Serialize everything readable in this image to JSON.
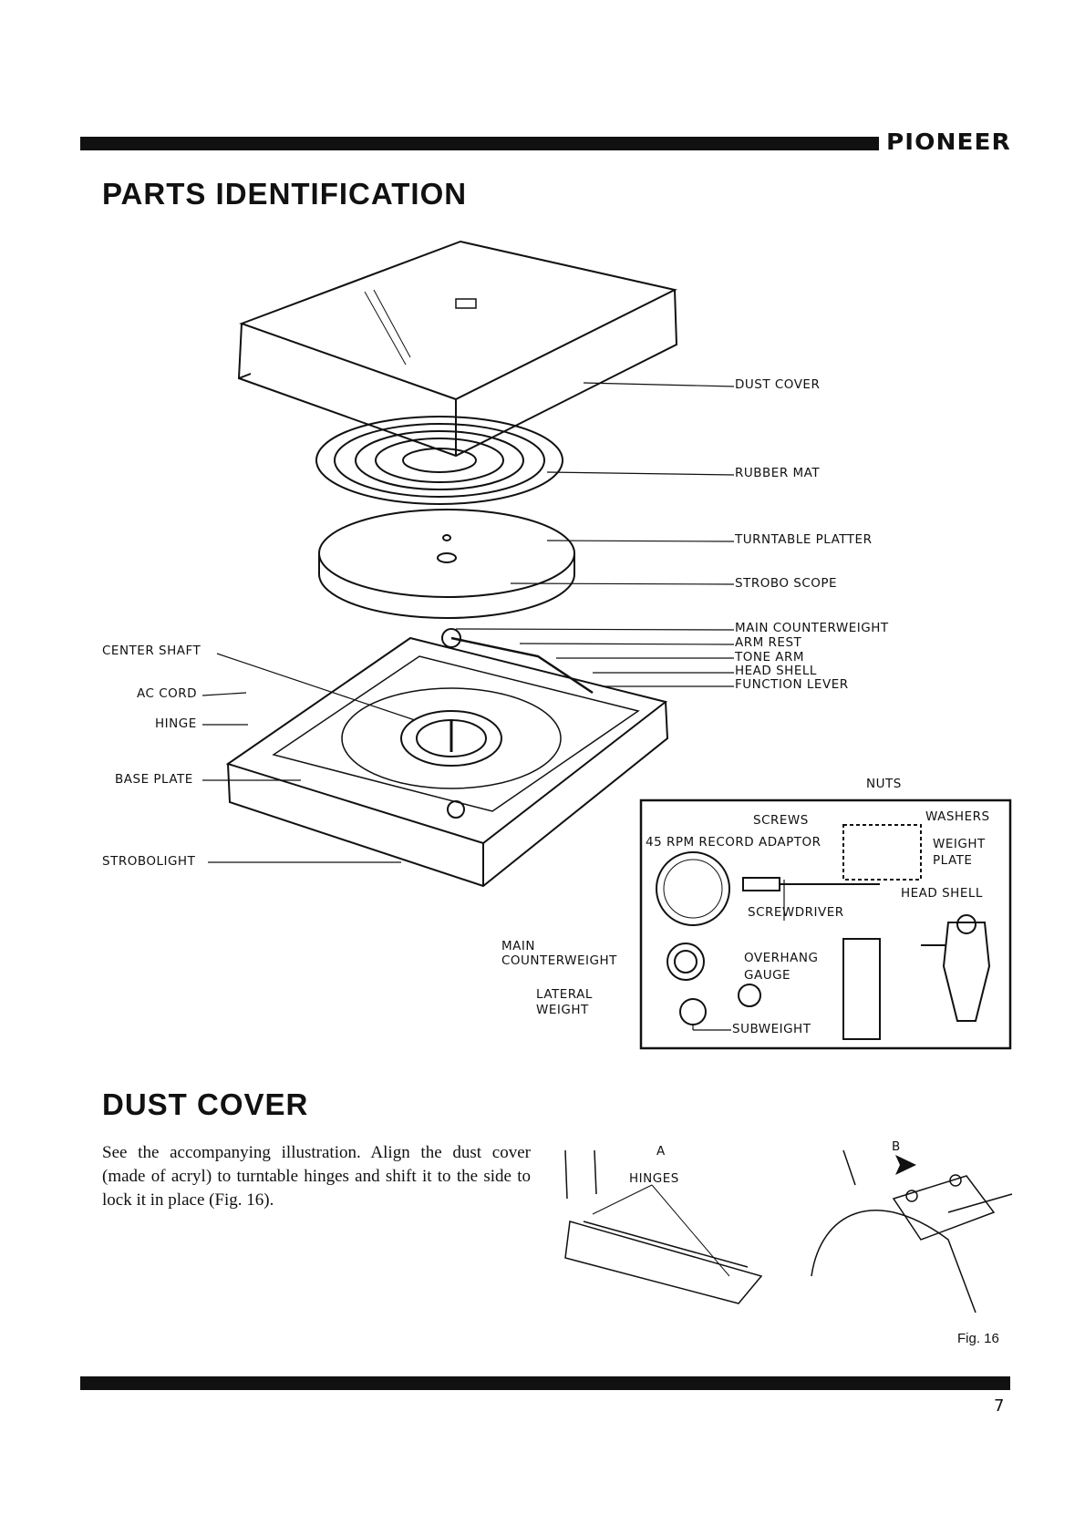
{
  "header": {
    "brand": "PIONEER"
  },
  "section1": {
    "title": "PARTS IDENTIFICATION",
    "labels": {
      "dust_cover": "DUST COVER",
      "rubber_mat": "RUBBER MAT",
      "turntable_platter": "TURNTABLE PLATTER",
      "strobo_scope": "STROBO SCOPE",
      "main_counterweight": "MAIN COUNTERWEIGHT",
      "arm_rest": "ARM REST",
      "tone_arm": "TONE ARM",
      "head_shell": "HEAD SHELL",
      "function_lever": "FUNCTION LEVER",
      "center_shaft": "CENTER SHAFT",
      "ac_cord": "AC CORD",
      "hinge": "HINGE",
      "base_plate": "BASE PLATE",
      "strobolight": "STROBOLIGHT"
    },
    "accessories": {
      "nuts": "NUTS",
      "screws": "SCREWS",
      "washers": "WASHERS",
      "record_adaptor": "45 RPM RECORD ADAPTOR",
      "weight": "WEIGHT",
      "plate": "PLATE",
      "head_shell": "HEAD SHELL",
      "screwdriver": "SCREWDRIVER",
      "main": "MAIN",
      "counterweight": "COUNTERWEIGHT",
      "overhang": "OVERHANG",
      "gauge": "GAUGE",
      "lateral": "LATERAL",
      "weight2": "WEIGHT",
      "subweight": "SUBWEIGHT"
    }
  },
  "section2": {
    "title": "DUST COVER",
    "body": "See the accompanying illustration. Align the dust cover (made of acryl) to turntable hinges and shift it to the side to lock it in place (Fig. 16).",
    "fig_labels": {
      "a": "A",
      "hinges": "HINGES",
      "b": "B"
    },
    "fig_caption": "Fig. 16"
  },
  "footer": {
    "page_number": "7"
  }
}
